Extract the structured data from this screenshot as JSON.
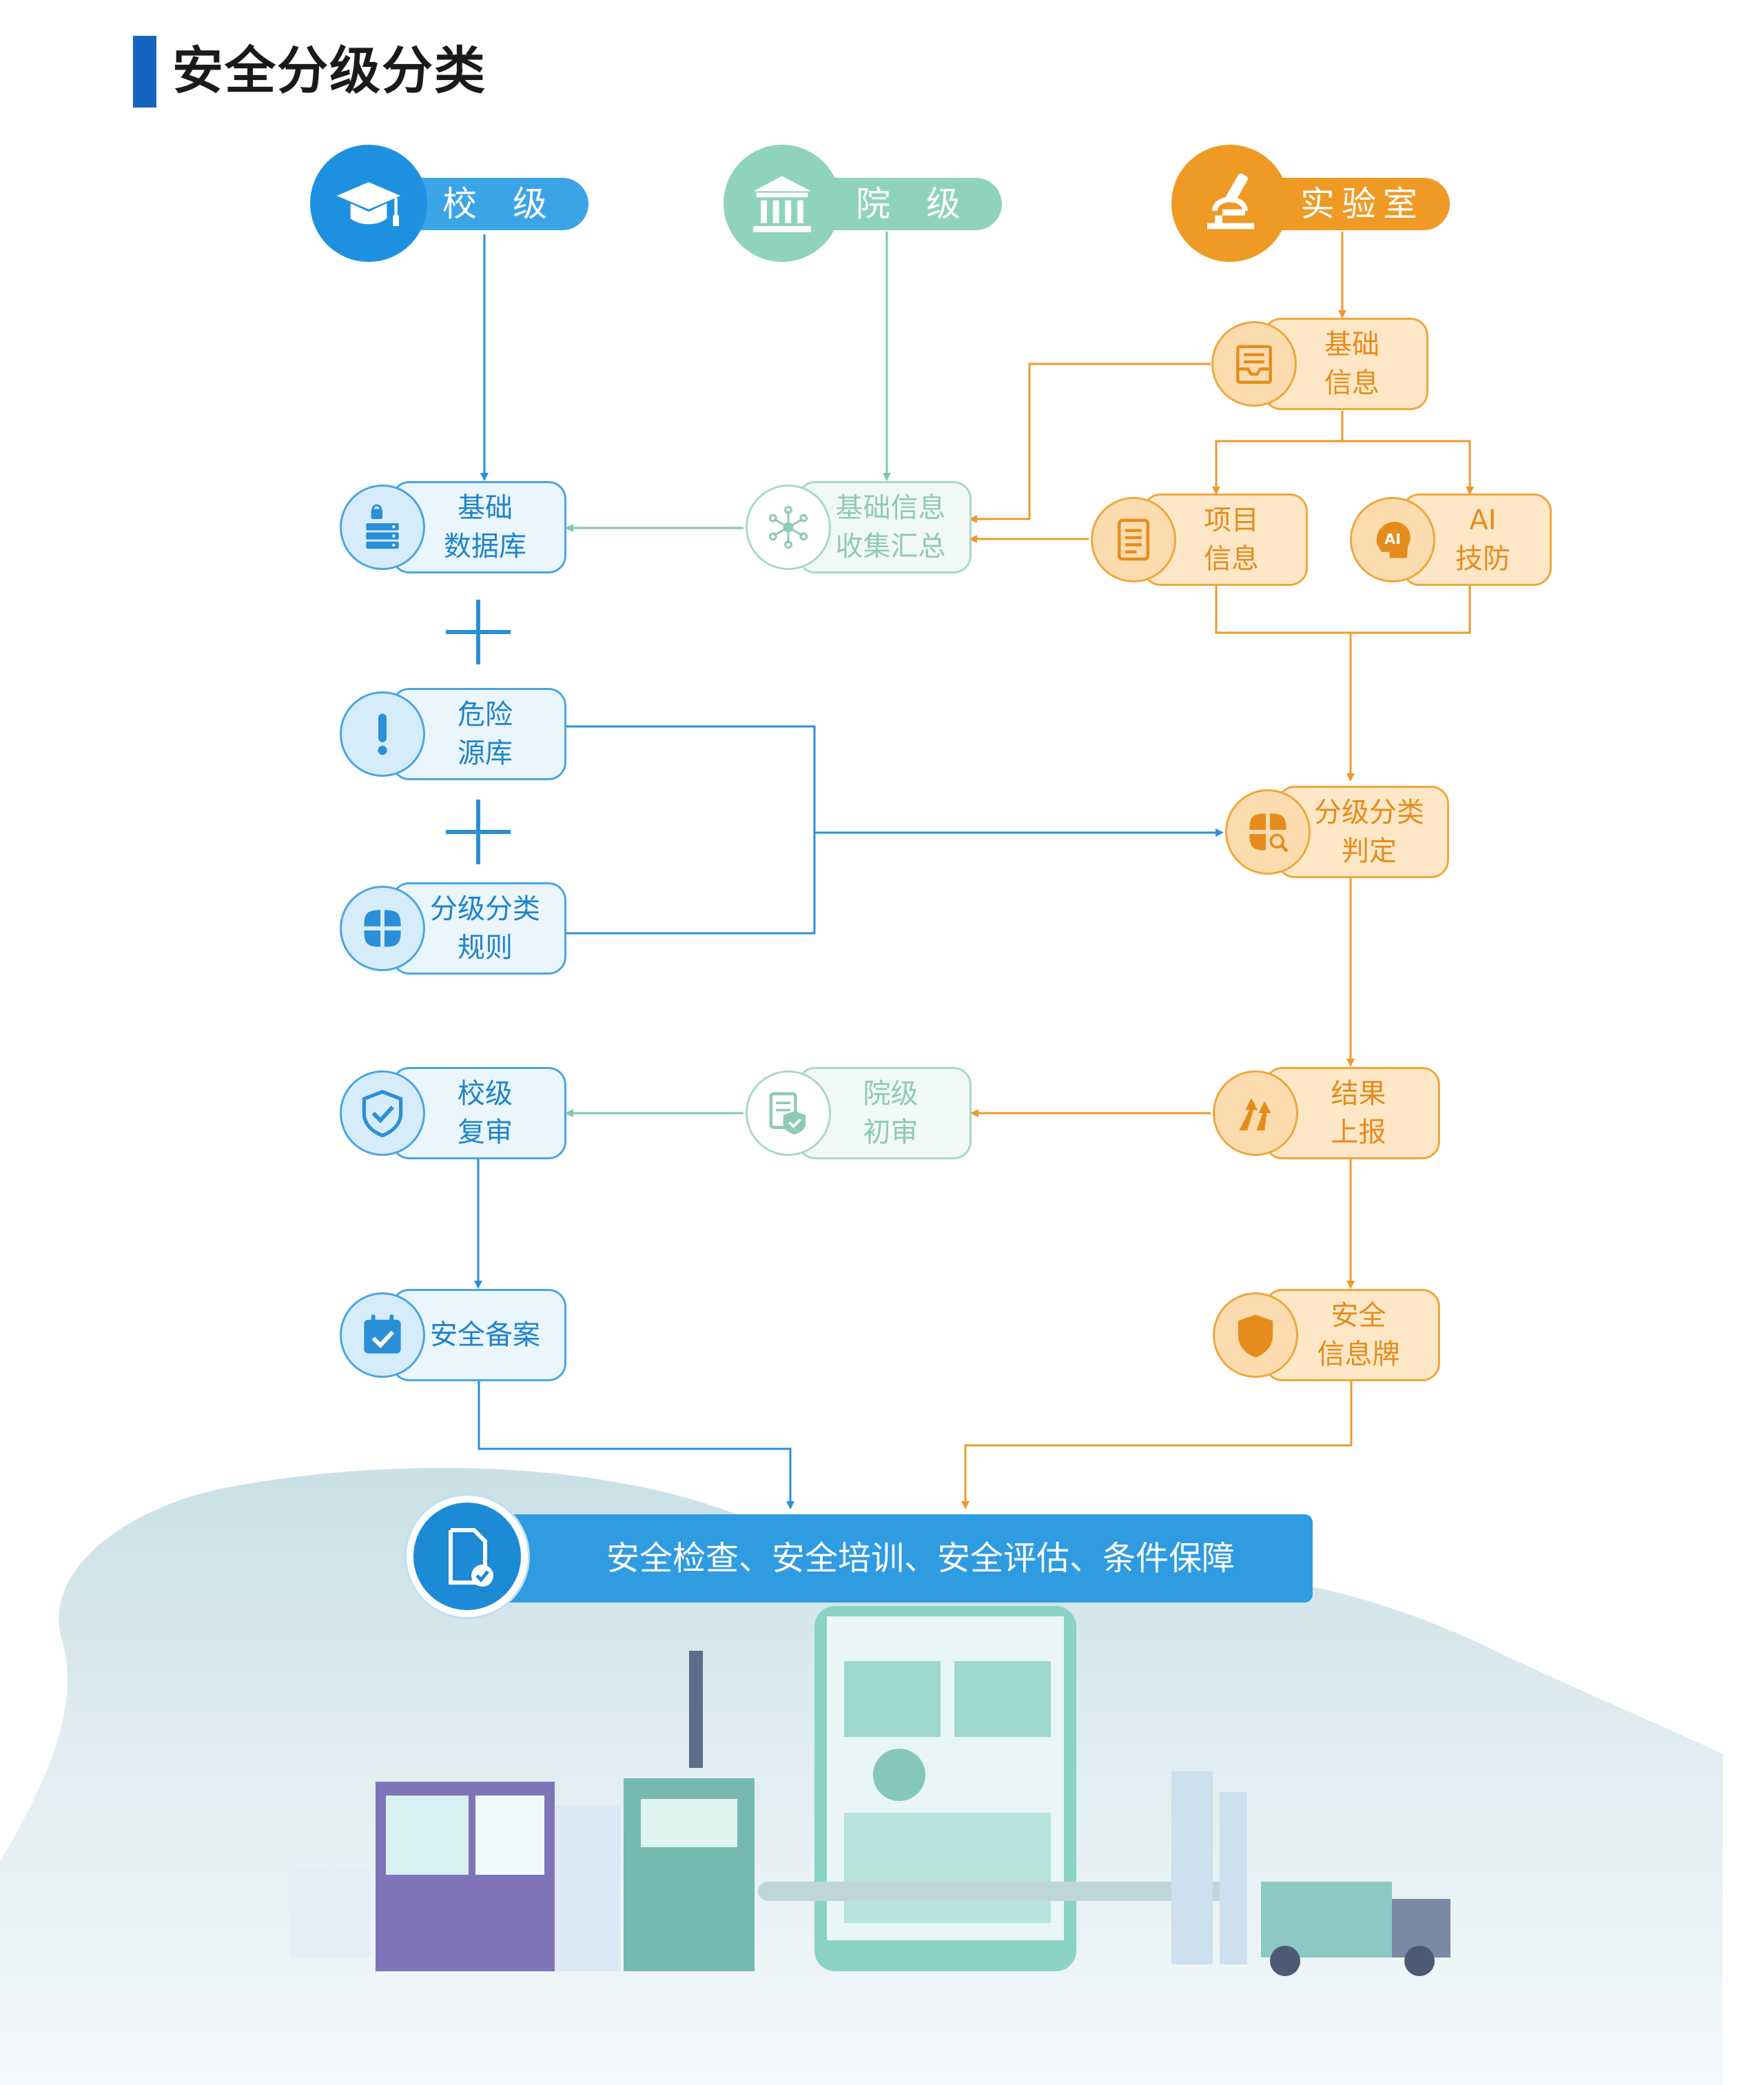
{
  "title": "安全分级分类",
  "colors": {
    "school": "#3ba4e6",
    "college": "#8fd3bc",
    "lab": "#ef9a24",
    "banner": "#2f9be0"
  },
  "levels": {
    "school": {
      "label": "校 级",
      "icon": "graduation-cap-icon"
    },
    "college": {
      "label": "院 级",
      "icon": "institution-building-icon"
    },
    "lab": {
      "label": "实验室",
      "icon": "microscope-icon"
    }
  },
  "nodes": {
    "basic_info": {
      "line1": "基础",
      "line2": "信息",
      "icon": "inbox-tray-icon"
    },
    "project_info": {
      "line1": "项目",
      "line2": "信息",
      "icon": "document-list-icon"
    },
    "ai_defense": {
      "line1": "AI",
      "line2": "技防",
      "icon": "ai-head-icon"
    },
    "info_collect": {
      "line1": "基础信息",
      "line2": "收集汇总",
      "icon": "network-hub-icon"
    },
    "basic_db": {
      "line1": "基础",
      "line2": "数据库",
      "icon": "database-server-icon"
    },
    "hazard_db": {
      "line1": "危险",
      "line2": "源库",
      "icon": "exclamation-icon"
    },
    "rules": {
      "line1": "分级分类",
      "line2": "规则",
      "icon": "four-petal-icon"
    },
    "judgement": {
      "line1": "分级分类",
      "line2": "判定",
      "icon": "petal-search-icon"
    },
    "report": {
      "line1": "结果",
      "line2": "上报",
      "icon": "upload-arrows-icon"
    },
    "college_review": {
      "line1": "院级",
      "line2": "初审",
      "icon": "document-shield-icon"
    },
    "school_review": {
      "line1": "校级",
      "line2": "复审",
      "icon": "shield-check-icon"
    },
    "filing": {
      "line1": "安全备案",
      "icon": "calendar-check-icon"
    },
    "info_board": {
      "line1": "安全",
      "line2": "信息牌",
      "icon": "shield-icon"
    }
  },
  "final": {
    "text": "安全检查、安全培训、安全评估、条件保障",
    "icon": "document-check-icon"
  }
}
